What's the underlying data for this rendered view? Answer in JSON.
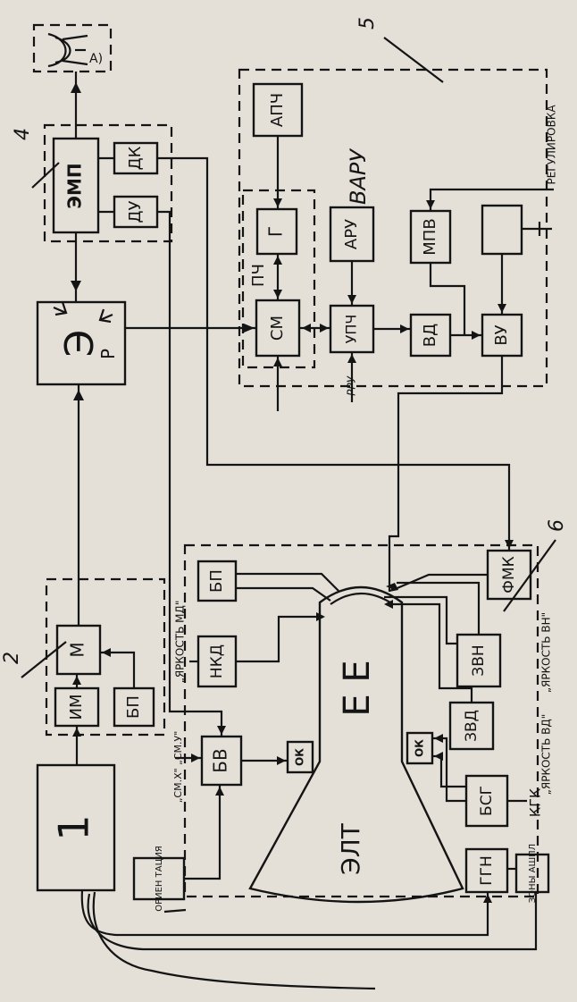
{
  "blocks": {
    "antenna": "А)",
    "emp": "ЭМП",
    "dk": "ДК",
    "du": "ДУ",
    "apch": "АПЧ",
    "g": "Г",
    "pch": "ПЧ",
    "aru": "АРУ",
    "varu": "ВАРУ",
    "mpv": "МПВ",
    "sm": "СМ",
    "upch": "УПЧ",
    "vd": "ВД",
    "vu": "ВУ",
    "m": "М",
    "im": "ИМ",
    "bp_modulator": "БП",
    "bp_indicator": "БП",
    "nkd": "НКД",
    "fmk": "ФМК",
    "zvn": "ЗВН",
    "zvd": "ЗВД",
    "bv": "БВ",
    "ok_top": "ОК",
    "ok_bottom": "ОК",
    "bsg": "БСГ",
    "ggn": "ГГН",
    "orientation": "ОРИЕН ТАЦИЯ",
    "zones": "ЗОНЫ АШПЛ",
    "elt": "ЭЛТ",
    "sync": "1",
    "tr_switch": "Э",
    "elt_marks": "Е Е"
  },
  "labels": {
    "regulation": "РЕГУЛИРОВКА",
    "rru": "РРУ",
    "bright_md": "„ЯРКОСТЬ МД\"",
    "sm_x_sm_u": "„СМ.Х\" „СМ.У\"",
    "bright_vd": "„ЯРКОСТЬ ВД\"",
    "bright_vn": "„ЯРКОСТЬ ВН\"",
    "kgk": "КГК",
    "r": "Р"
  },
  "callouts": [
    "2",
    "4",
    "5",
    "6"
  ]
}
